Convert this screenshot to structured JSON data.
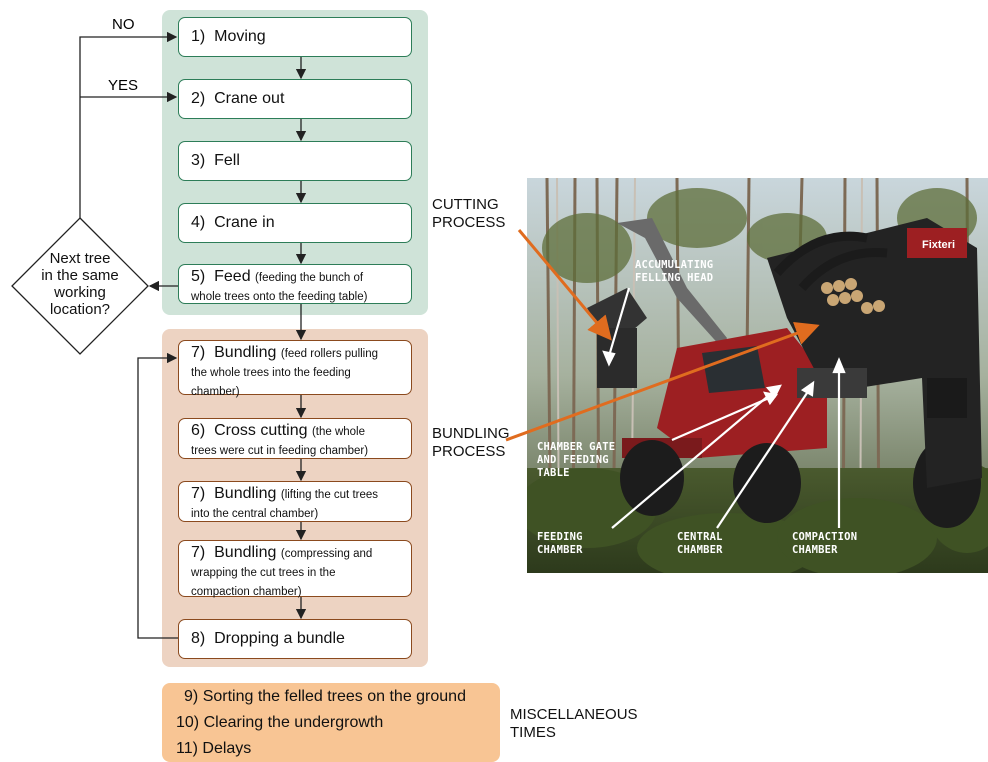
{
  "colors": {
    "cutting_panel": "#cfe3d8",
    "bundling_panel": "#edd3c2",
    "misc_panel": "#f8c594",
    "green_border": "#2d7d58",
    "brown_border": "#8b4a1e",
    "arrow_orange": "#e06c1f"
  },
  "decision": {
    "text_lines": [
      "Next tree",
      "in the same",
      "working",
      "location?"
    ],
    "no_label": "NO",
    "yes_label": "YES"
  },
  "steps": [
    {
      "num": "1)",
      "main": "Moving",
      "note": ""
    },
    {
      "num": "2)",
      "main": "Crane out",
      "note": ""
    },
    {
      "num": "3)",
      "main": "Fell",
      "note": ""
    },
    {
      "num": "4)",
      "main": "Crane in",
      "note": ""
    },
    {
      "num": "5)",
      "main": "Feed",
      "note": "(feeding the bunch of",
      "note2": "whole trees onto the feeding table)"
    },
    {
      "num": "7)",
      "main": "Bundling",
      "note": "(feed rollers pulling",
      "note2": "the whole trees into the feeding",
      "note3": "chamber)"
    },
    {
      "num": "6)",
      "main": "Cross cutting",
      "note": "(the whole",
      "note2": "trees were cut in feeding chamber)"
    },
    {
      "num": "7)",
      "main": "Bundling",
      "note": "(lifting the cut trees",
      "note2": "into the central chamber)"
    },
    {
      "num": "7)",
      "main": "Bundling",
      "note": "(compressing and",
      "note2": "wrapping the cut trees in the",
      "note3": "compaction chamber)"
    },
    {
      "num": "8)",
      "main": "Dropping a bundle",
      "note": ""
    }
  ],
  "process_labels": {
    "cutting": [
      "CUTTING",
      "PROCESS"
    ],
    "bundling": [
      "BUNDLING",
      "PROCESS"
    ],
    "misc": [
      "MISCELLANEOUS",
      "TIMES"
    ]
  },
  "misc_items": [
    {
      "num": "9)",
      "text": "Sorting the felled trees on the ground"
    },
    {
      "num": "10)",
      "text": "Clearing the undergrowth"
    },
    {
      "num": "11)",
      "text": "Delays"
    }
  ],
  "photo": {
    "brand": "Fixteri",
    "annotations": {
      "felling_head": [
        "ACCUMULATING",
        "FELLING HEAD"
      ],
      "chamber_gate": [
        "CHAMBER GATE",
        "AND FEEDING",
        "TABLE"
      ],
      "feeding_chamber": [
        "FEEDING",
        "CHAMBER"
      ],
      "central_chamber": [
        "CENTRAL",
        "CHAMBER"
      ],
      "compaction_chamber": [
        "COMPACTION",
        "CHAMBER"
      ]
    }
  }
}
